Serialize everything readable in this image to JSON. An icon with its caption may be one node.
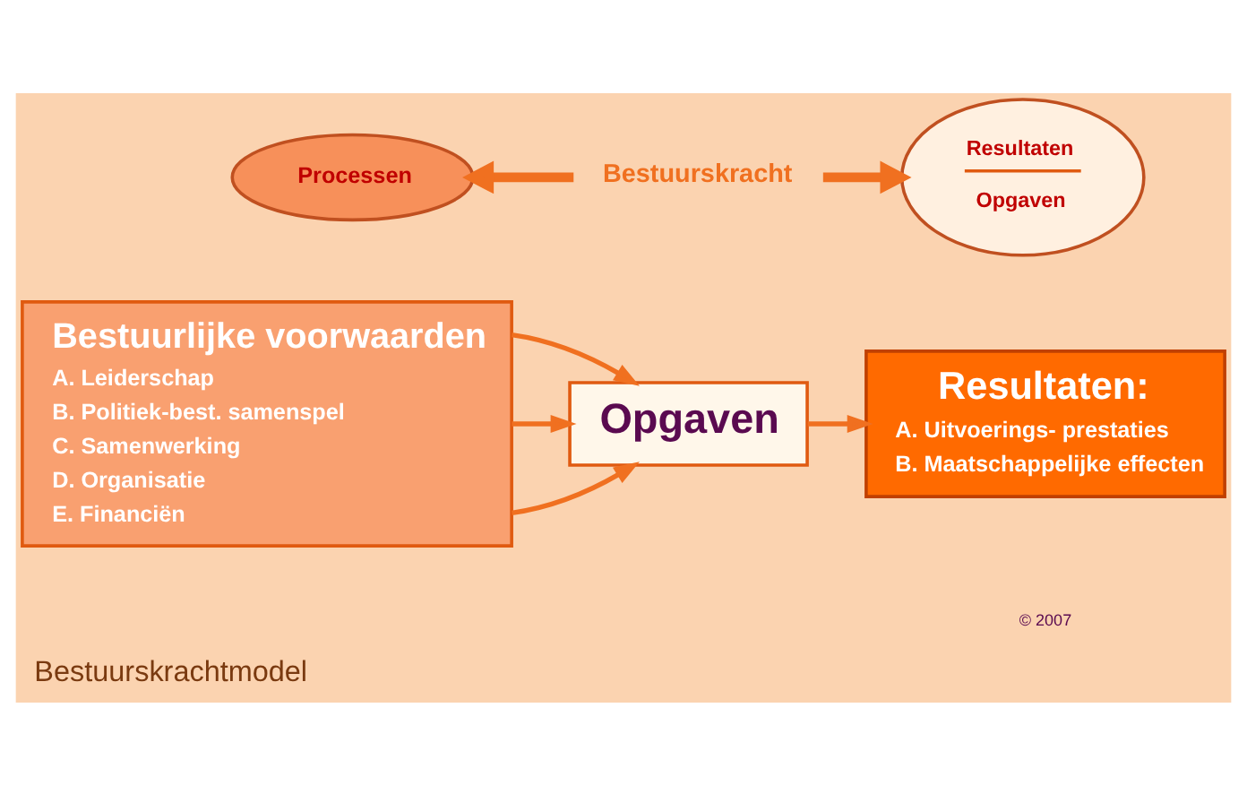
{
  "diagram": {
    "caption": "Bestuurskrachtmodel",
    "nodes": [
      {
        "text": [
          "Processen"
        ]
      },
      {
        "text": [
          "Bestuurskracht"
        ]
      },
      {
        "text": [
          "Resultaten",
          "Opgaven"
        ]
      },
      {
        "text": [
          "Bestuurlijke voorwaarden",
          "A. Leiderschap",
          "B. Politiek-best. samenspel",
          "C. Samenwerking",
          "D. Organisatie",
          "E. Financiën"
        ]
      },
      {
        "text": [
          "Opgaven"
        ]
      },
      {
        "text": [
          "Resultaten:",
          "A. Uitvoerings- prestaties",
          "B. Maatschappelijke effecten"
        ]
      }
    ],
    "edges": [
      {
        "from": 1,
        "to": 0,
        "arrow": "to",
        "style": "thick"
      },
      {
        "from": 1,
        "to": 2,
        "arrow": "to",
        "style": "thick"
      },
      {
        "from": 3,
        "to": 4,
        "arrow": "to"
      },
      {
        "from": 3,
        "to": 4,
        "arrow": "to"
      },
      {
        "from": 3,
        "to": 4,
        "arrow": "to"
      },
      {
        "from": 4,
        "to": 5,
        "arrow": "to"
      }
    ],
    "labels": [
      "© 2007"
    ]
  }
}
